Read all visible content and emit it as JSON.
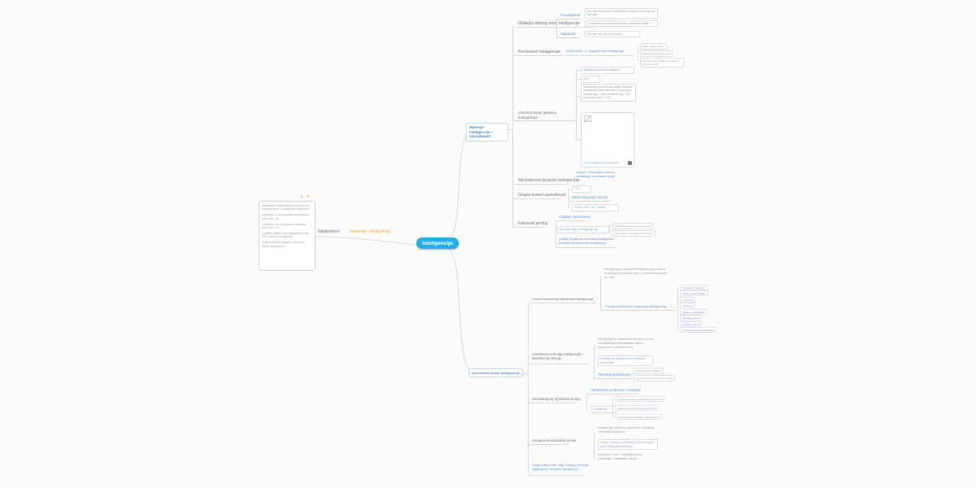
{
  "icons": {
    "pencil": "✎",
    "badge": "?"
  },
  "root": {
    "label": "Inteligencija"
  },
  "left": {
    "branch": "Nasljednost",
    "link": "Genetika i inteligencija",
    "note_paragraphs": [
      "istraživanja nasljednosti provode se na jednojajčanim i dvojajčanim blizancima",
      "korelacija IQ-a jednojajčanih blizanaca iznosi oko .86",
      "korelacija IQ-a dvojajčanih blizanaca iznosi oko .60",
      "procjene nasljednosti objašnjavaju oko 50% razlika u inteligenciji",
      "okolina također značajno utječe na razvoj inteligencije"
    ]
  },
  "measure": {
    "title": "Mjerenje inteligencije i sposobnosti",
    "branch1": {
      "label": "Obilježja dobrog testa inteligencije",
      "reliability": "Pouzdanost",
      "reliability_note1": "test daje konzistentne (dosljedne) rezultate pri ponovljenom mjerenju",
      "reliability_note2": "provjerava se metodom test-retest i usporednih oblika",
      "validity": "Valjanost",
      "validity_note": "test mjeri ono što tvrdi da mjeri"
    },
    "branch2": {
      "label": "Prvi testovi inteligencije",
      "child": "Alfred Binet - 1. uspješni test inteligencije",
      "note1": "1905. godina, Pariz",
      "note2": "zadaci poredani po težini",
      "note3": "cilj: otkriti djecu kojoj je potrebna pomoć u školi"
    },
    "branch3": {
      "label": "Stanford-Binet ljestvica inteligencije",
      "child1": "adaptacija Binetovih zadataka",
      "child2": "1916.",
      "child3": "inteligencija izražena kao omjer mentalne i kronološke dobi; Formula: IQ (kvocijent inteligencije) = MD (mentalna dob) / KD (kronološka dob) × 100",
      "image_caption": "https://hr.wikipedia.org/wiki/Kvocijent_inteligencije"
    },
    "branch4": {
      "label": "Wechslerove ljestvice inteligencije",
      "child": "sadrže i neverbalne testove; prikladnije za odrasle osobe"
    },
    "branch5": {
      "label": "Grupni testovi sposobnosti",
      "child1": "1917.",
      "child2": "testovi tipa papir-olovka",
      "child3": "Primjer: SAT i ACT testovi"
    },
    "branch6": {
      "label": "Faktorski pristup",
      "child1": "Charles Spearman",
      "child2": "generalni faktor inteligencije (g)",
      "child2_note1": "objašnjava povezanost rezultata",
      "child2_note2": "na različitim kognitivnim testovima",
      "child3": "g faktor je glavna odrednica postignuća i rezultata na testovima inteligencije"
    }
  },
  "modern": {
    "title": "Suvremene teorije inteligencije",
    "branch1": {
      "label": "Gardnerova teorija višestrukih inteligencija",
      "note": "Inteligencija je sposobnost rješavanja problema ili stvaranja proizvoda koji su u određenoj kulturi na cijeni",
      "child": "7 vrsta međusobno nezavisnih inteligencija",
      "types": [
        "lingvistička (jezična)",
        "logičko-matematička",
        "prostorna",
        "glazbena",
        "tjelesno-kinestetička",
        "interpersonalna",
        "intrapersonalna",
        "prirodoslovna (naturalistička)"
      ]
    },
    "branch2": {
      "label": "Andersonova teorija inteligencije i kognitivnog razvoja",
      "note": "Inteligencija je mehanizam temeljne obrade koji objašnjava individualne razlike u kognitivnim sposobnostima",
      "child1": "Pojedinci se razlikuju u brzini obrade informacija",
      "child2": "Primarne sposobnosti",
      "child2_note1": "propozicijsko mišljenje",
      "child2_note2": "vizualno-prostorno funkcioniranje"
    },
    "branch3": {
      "label": "Sternbergova trijarhična teorija",
      "child1": "Usmjerena na iskustvo i kontekst",
      "child2": "3 podteorije",
      "subtheories": [
        "komponencijalna (analitičke sposobnosti)",
        "iskustvena (kreativne sposobnosti)",
        "kontekstualna (praktične sposobnosti)"
      ]
    },
    "branch4": {
      "label": "Cecijeva bioekološka teorija",
      "note1": "Inteligencija odražava višestruke kognitivne potencijale pojedinca",
      "note2": "znanje i iskustvo u određenoj domeni ključni su za rješavanje problema",
      "note3": "postignuće ovisi o međudjelovanju potencijala, konteksta i znanja"
    },
    "branch5": {
      "label": "Druge kulture više nego Europa i Amerika naglašavaju socijalnu inteligenciju"
    }
  }
}
